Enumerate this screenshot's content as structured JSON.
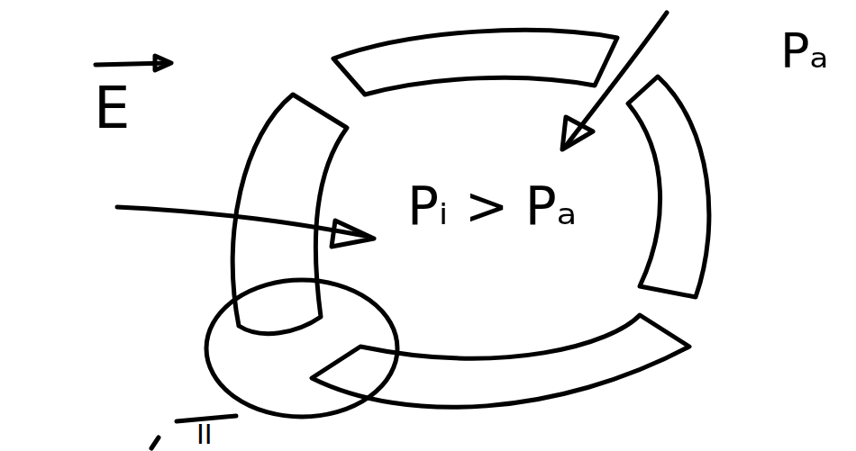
{
  "diagram": {
    "labels": [
      "E",
      "Pᵢ > Pₐ",
      "Pₐ",
      "II"
    ]
  }
}
